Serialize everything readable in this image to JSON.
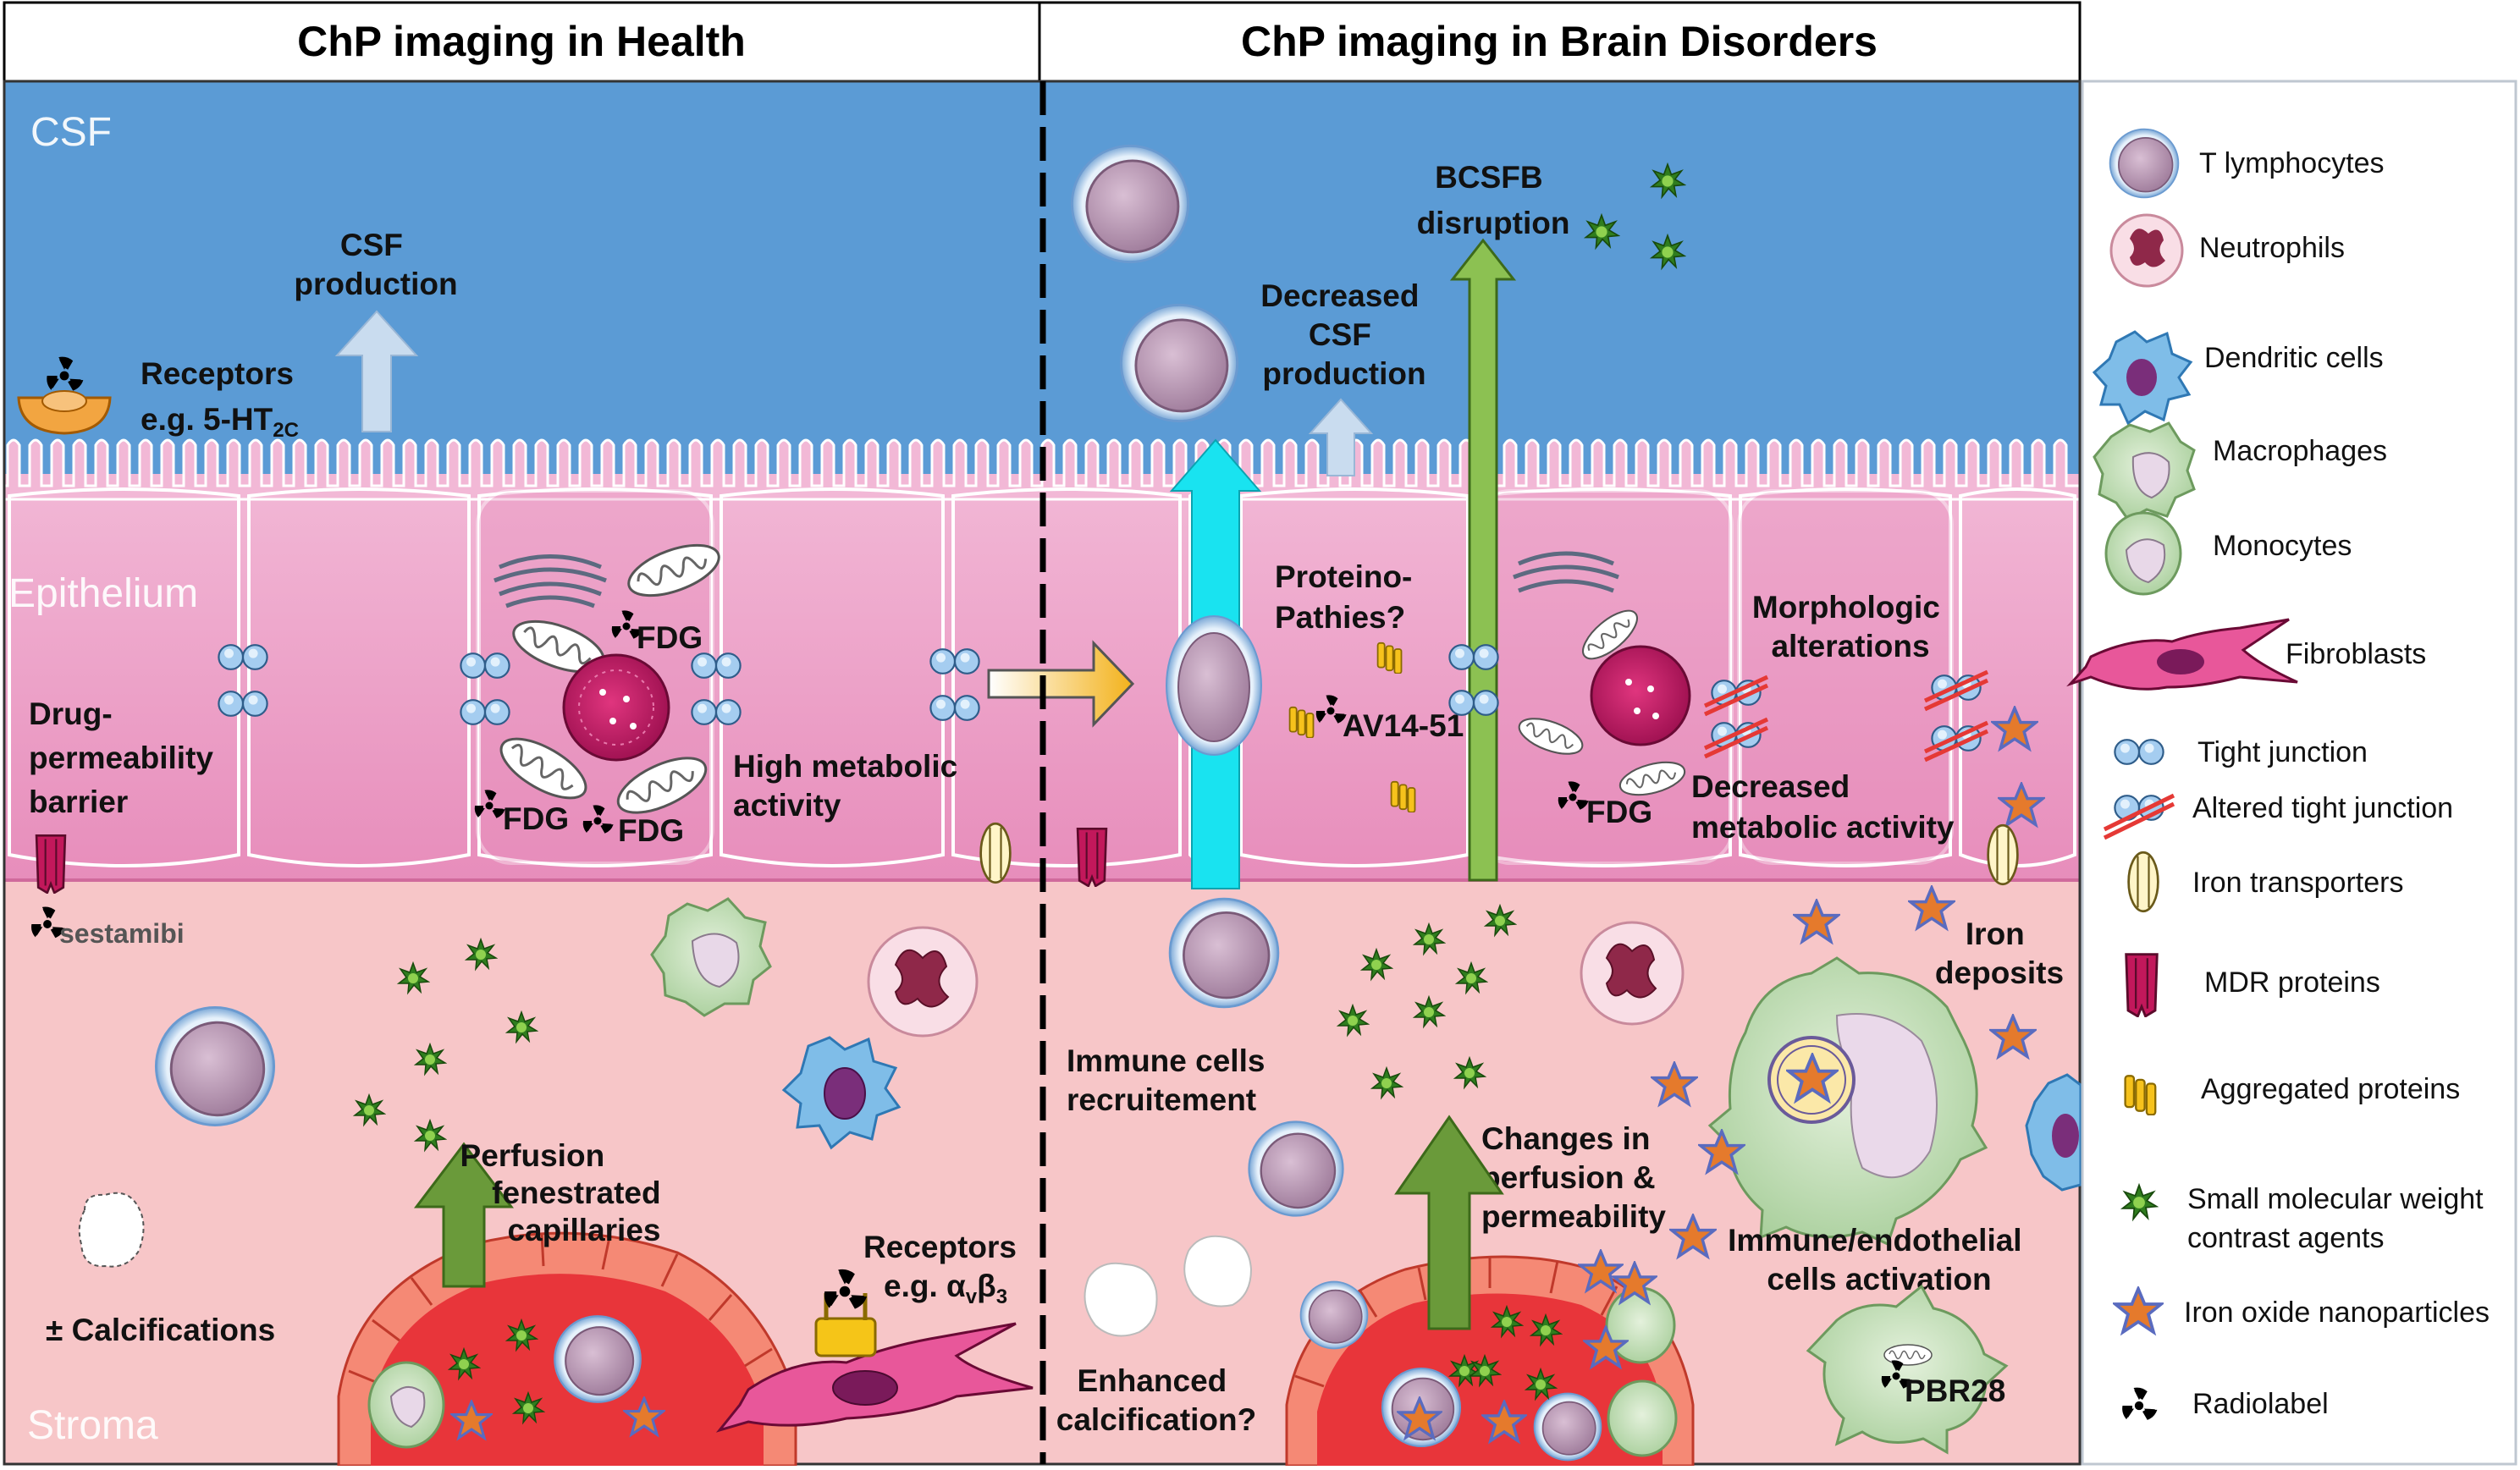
{
  "headers": {
    "health": "ChP imaging in Health",
    "disorders": "ChP imaging in Brain Disorders"
  },
  "regions": {
    "csf": "CSF",
    "epithelium": "Epithelium",
    "stroma": "Stroma"
  },
  "labels": {
    "csf_production": [
      "CSF",
      "production"
    ],
    "receptors_5ht": [
      "Receptors",
      "e.g. 5-HT"
    ],
    "receptors_5ht_sub": "2C",
    "fdg": "FDG",
    "drug_barrier": [
      "Drug-",
      "permeability",
      "barrier"
    ],
    "high_metabolic": [
      "High metabolic",
      "activity"
    ],
    "sestamibi": "sestamibi",
    "perfusion": [
      "Perfusion",
      "fenestrated",
      "capillaries"
    ],
    "calcifications": "± Calcifications",
    "receptors_avb3": [
      "Receptors",
      "e.g. α"
    ],
    "receptors_avb3_sub1": "v",
    "receptors_avb3_mid": "β",
    "receptors_avb3_sub2": "3",
    "bcsfb": [
      "BCSFB",
      "disruption"
    ],
    "decreased_csf": [
      "Decreased",
      "CSF",
      "production"
    ],
    "proteinopathies": [
      "Proteino-",
      "Pathies?"
    ],
    "av14": "AV14-51",
    "morphologic": [
      "Morphologic",
      "alterations"
    ],
    "decreased_metabolic": [
      "Decreased",
      "metabolic activity"
    ],
    "iron_deposits": [
      "Iron",
      "deposits"
    ],
    "immune_recruit": [
      "Immune cells",
      "recruitement"
    ],
    "changes_perfusion": [
      "Changes in",
      "perfusion &",
      "permeability"
    ],
    "immune_endo": [
      "Immune/endothelial",
      "cells activation"
    ],
    "enhanced_calc": [
      "Enhanced",
      "calcification?"
    ],
    "pbr28": "PBR28"
  },
  "legend": [
    {
      "label": "T lymphocytes",
      "icon": "t-lymphocyte-icon"
    },
    {
      "label": "Neutrophils",
      "icon": "neutrophil-icon"
    },
    {
      "label": "Dendritic cells",
      "icon": "dendritic-cell-icon"
    },
    {
      "label": "Macrophages",
      "icon": "macrophage-icon"
    },
    {
      "label": "Monocytes",
      "icon": "monocyte-icon"
    },
    {
      "label": "Fibroblasts",
      "icon": "fibroblast-icon"
    },
    {
      "label": "Tight junction",
      "icon": "tight-junction-icon"
    },
    {
      "label": "Altered tight junction",
      "icon": "altered-tight-junction-icon"
    },
    {
      "label": "Iron transporters",
      "icon": "iron-transporter-icon"
    },
    {
      "label": "MDR proteins",
      "icon": "mdr-protein-icon"
    },
    {
      "label": "Aggregated proteins",
      "icon": "aggregated-protein-icon"
    },
    {
      "label": "Small molecular weight",
      "label2": "contrast agents",
      "icon": "contrast-agent-icon"
    },
    {
      "label": "Iron oxide nanoparticles",
      "icon": "iron-oxide-icon"
    },
    {
      "label": "Radiolabel",
      "icon": "radiolabel-icon"
    }
  ],
  "colors": {
    "csf": "#5b9bd5",
    "epithelium": "#eaa3c8",
    "stroma": "#f7c6c8",
    "vessel": "#e8353a",
    "arrow_green": "#6a9a3a",
    "arrow_cyan": "#19e3f0"
  }
}
